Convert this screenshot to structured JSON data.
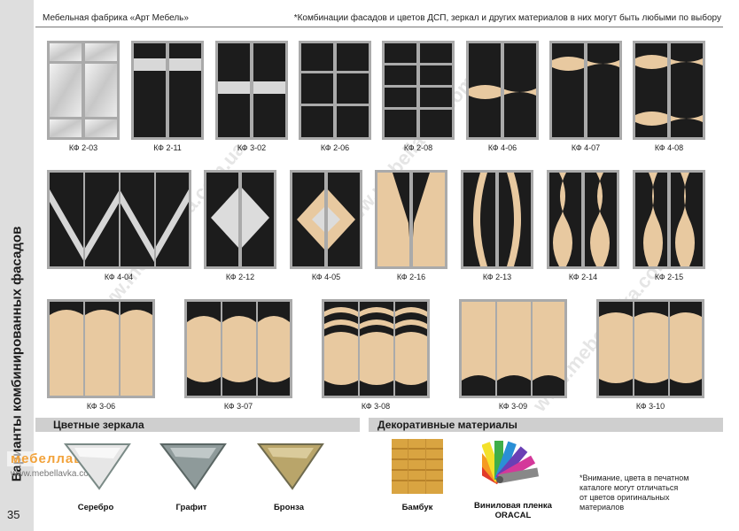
{
  "header": {
    "left": "Мебельная фабрика «Арт Мебель»",
    "right": "*Комбинации  фасадов и цветов ДСП, зеркал и других материалов в них могут быть любыми по выбору"
  },
  "sidebar": {
    "title": "Варианты комбинированных фасадов",
    "page_number": "35"
  },
  "facades_row1": [
    "КФ 2-03",
    "КФ 2-11",
    "КФ 3-02",
    "КФ 2-06",
    "КФ 2-08",
    "КФ 4-06",
    "КФ 4-07",
    "КФ 4-08"
  ],
  "facades_row2": [
    "КФ 4-04",
    "КФ 2-12",
    "КФ 4-05",
    "КФ 2-16",
    "КФ 2-13",
    "КФ 2-14",
    "КФ 2-15"
  ],
  "facades_row3": [
    "КФ 3-06",
    "КФ 3-07",
    "КФ 3-08",
    "КФ 3-09",
    "КФ 3-10"
  ],
  "mirrors": {
    "title": "Цветные зеркала",
    "items": [
      "Серебро",
      "Графит",
      "Бронза"
    ]
  },
  "decor": {
    "title": "Декоративные материалы",
    "items": [
      "Бамбук",
      "Виниловая пленка",
      "ORACAL"
    ]
  },
  "note": [
    "*Внимание, цвета в печатном",
    "каталоге могут отличаться",
    "от цветов оригинальных",
    "материалов"
  ],
  "watermark": {
    "brand": "мебеллавка",
    "url": "www.mebellavka.com.ua"
  },
  "colors": {
    "dark": "#1c1c1c",
    "wood": "#e8c9a0",
    "frame": "#b5b5b5",
    "mirror": "#d8d8d8",
    "bar": "#cfcfcf",
    "logo": "#f2a23a"
  }
}
